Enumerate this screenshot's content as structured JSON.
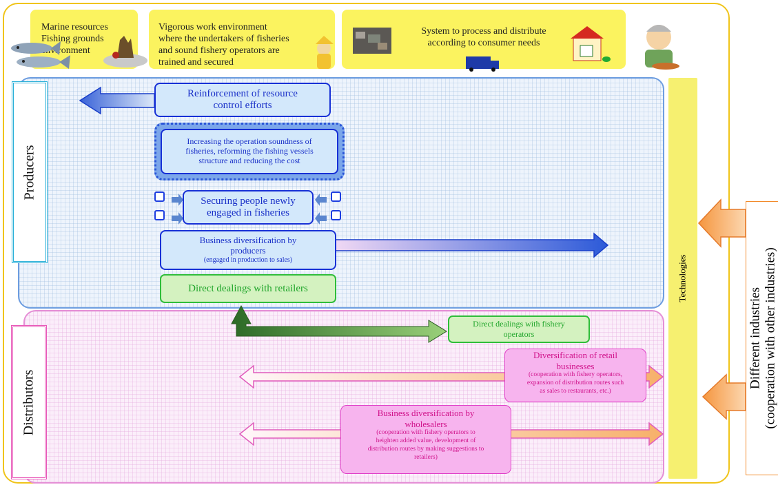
{
  "top_boxes": {
    "marine": "Marine resources\nFishing grounds\nenvironment",
    "work_env": "Vigorous work environment\nwhere the undertakers of fisheries\nand sound fishery operators are\ntrained and secured",
    "system": "System to process and distribute\naccording to consumer needs"
  },
  "zones": {
    "producers": "Producers",
    "distributors": "Distributors",
    "technologies": "Technologies",
    "different_industries": "Different industries",
    "cooperation": "(cooperation with other industries)"
  },
  "producer_boxes": {
    "resource_control": "Reinforcement of resource\ncontrol efforts",
    "soundness": "Increasing the operation soundness of\nfisheries, reforming the fishing vessels\nstructure and reducing the cost",
    "securing": "Securing people newly\nengaged in fisheries",
    "diversification_title": "Business diversification by\nproducers",
    "diversification_note": "(engaged in production to sales)",
    "direct_retailers": "Direct dealings with retailers"
  },
  "distributor_boxes": {
    "direct_fishery": "Direct dealings with fishery\noperators",
    "retail_title": "Diversification of retail\nbusinesses",
    "retail_note": "(cooperation with fishery operators,\nexpansion of distribution routes such\nas sales to restaurants, etc.)",
    "wholesale_title": "Business diversification by\nwholesalers",
    "wholesale_note": "(cooperation with fishery operators to\nheighten added value, development of\ndistribution routes by making suggestions to\nretailers)"
  },
  "colors": {
    "frame": "#f0c419",
    "yellow": "#fbf35f",
    "blue_border": "#1730d6",
    "pink_text": "#d0128a",
    "green": "#2fbd3a",
    "orange_arrow": "#f7b070"
  }
}
